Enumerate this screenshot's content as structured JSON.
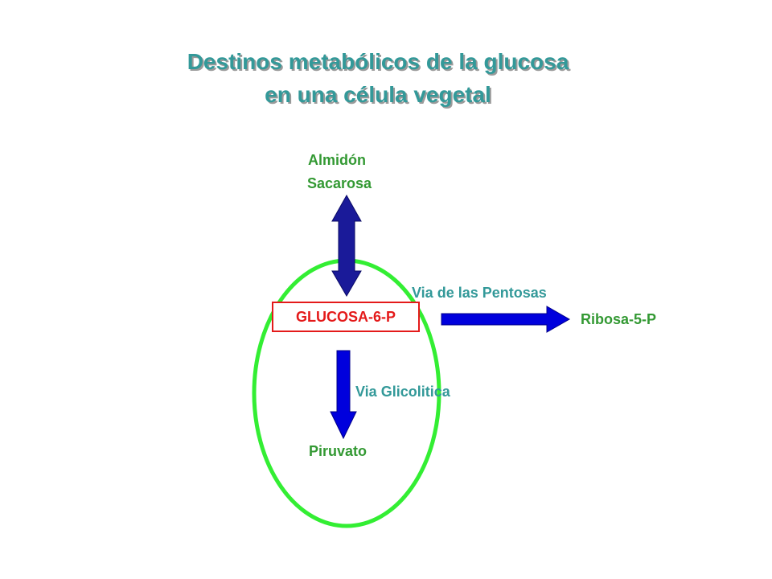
{
  "title": {
    "line1": "Destinos metabólicos de la glucosa",
    "line2": "en una célula vegetal"
  },
  "nodes": {
    "almidon": "Almidón",
    "sacarosa": "Sacarosa",
    "glucosa": "GLUCOSA-6-P",
    "ribosa": "Ribosa-5-P",
    "piruvato": "Piruvato"
  },
  "pathways": {
    "pentosas": "Via de las Pentosas",
    "glicolitica": "Via Glicolitica"
  },
  "colors": {
    "title": "#339999",
    "product_label": "#339933",
    "pathway_label": "#339999",
    "box_border": "#e41a1a",
    "cell_outline": "#33ee33",
    "arrow_fill": "#0000dd",
    "arrow_dark_fill": "#1a1a99"
  }
}
